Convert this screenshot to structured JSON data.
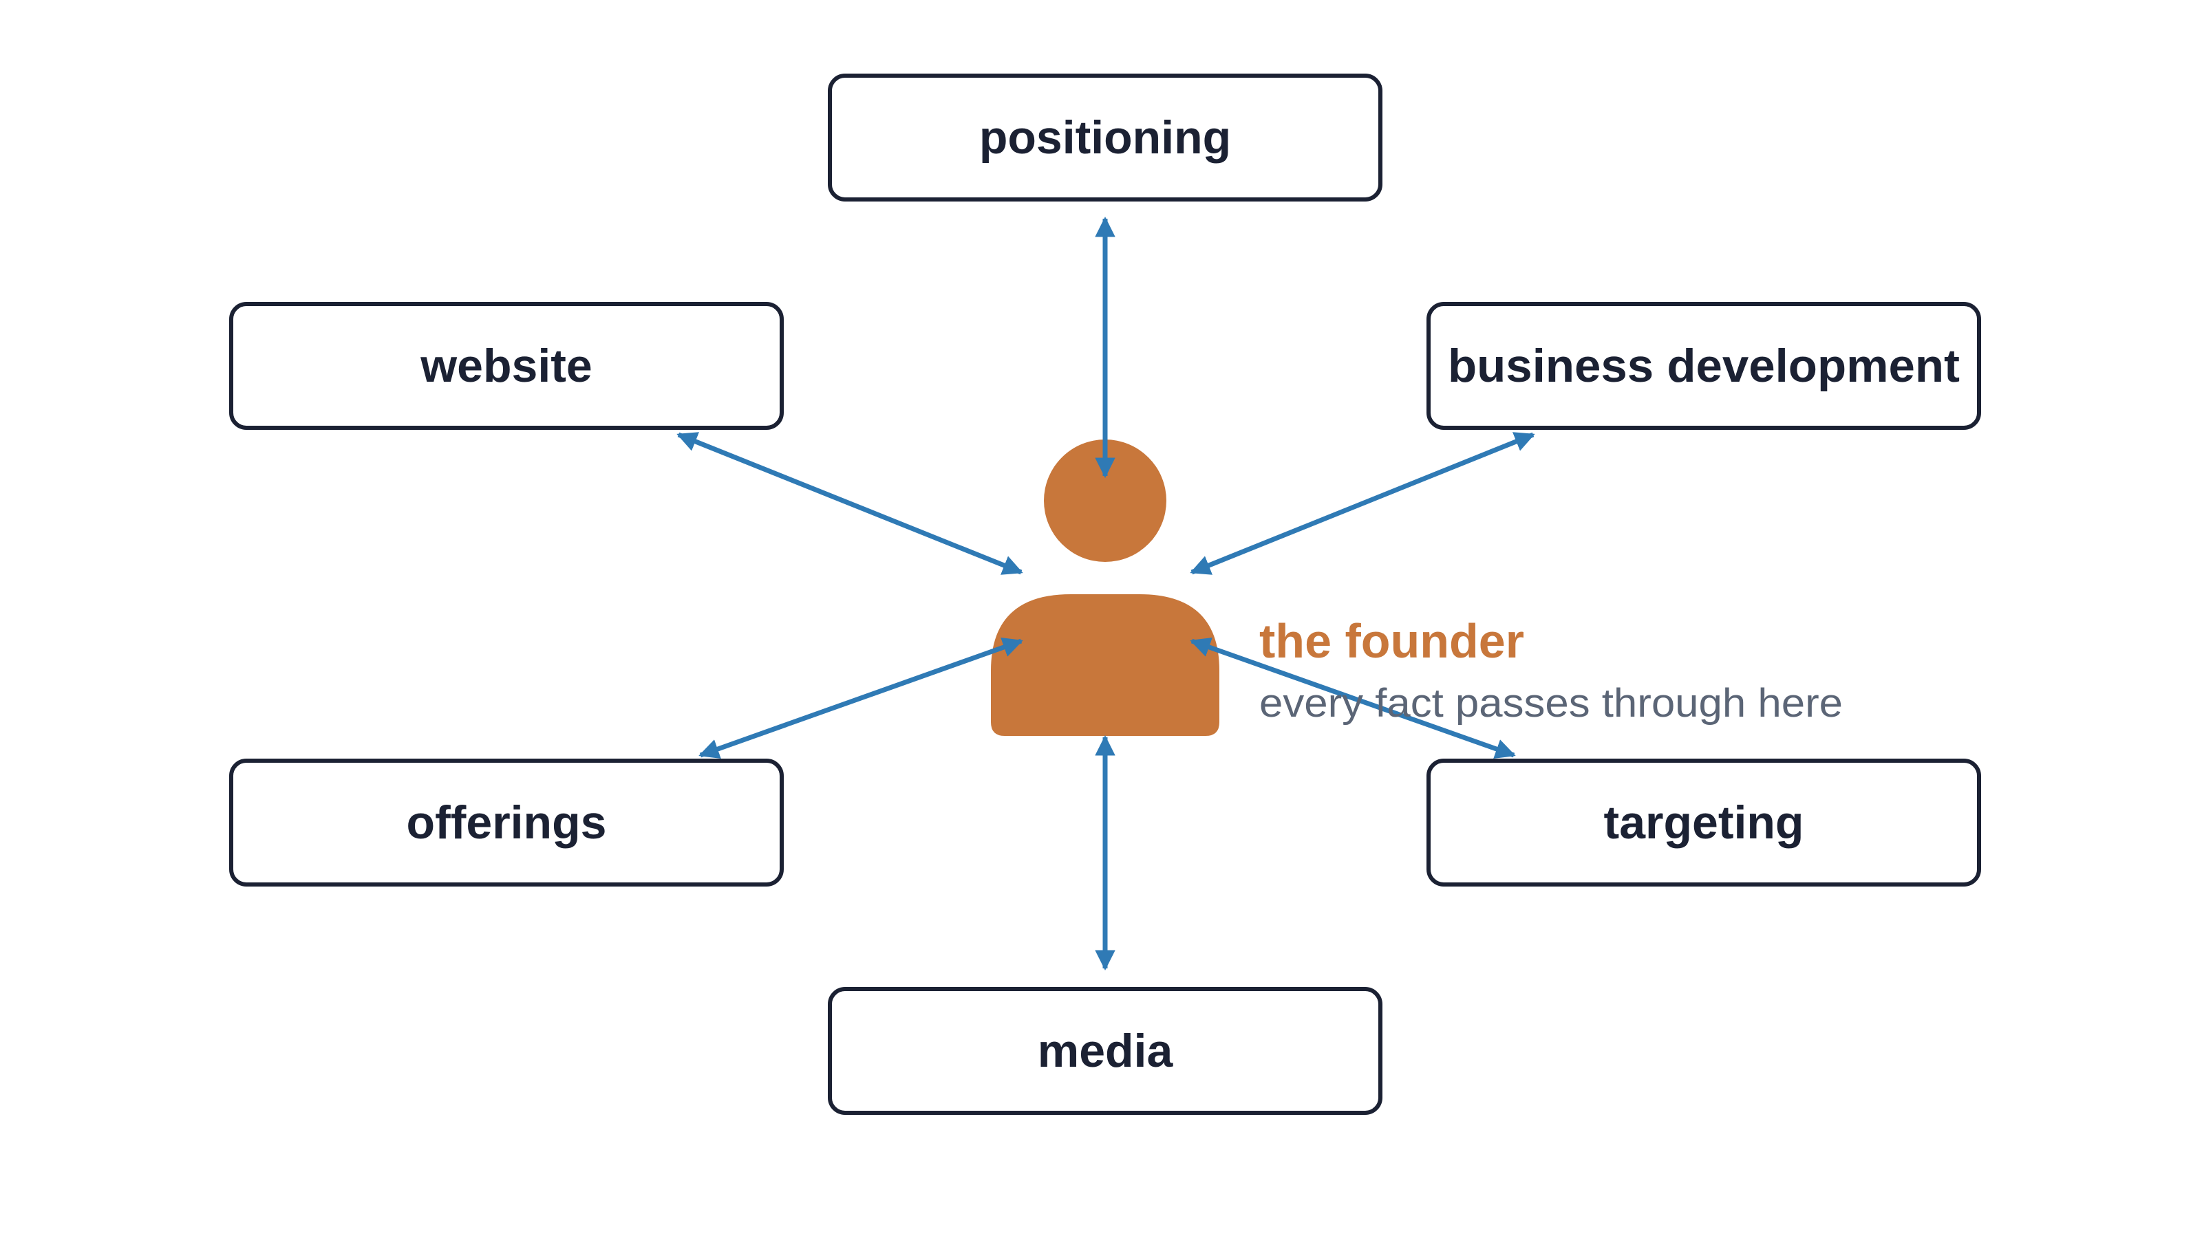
{
  "diagram": {
    "center": {
      "icon": "person-icon",
      "title": "the founder",
      "subtitle": "every fact passes through here"
    },
    "nodes": [
      {
        "id": "positioning",
        "label": "positioning"
      },
      {
        "id": "website",
        "label": "website"
      },
      {
        "id": "business-development",
        "label": "business development"
      },
      {
        "id": "offerings",
        "label": "offerings"
      },
      {
        "id": "targeting",
        "label": "targeting"
      },
      {
        "id": "media",
        "label": "media"
      }
    ],
    "edges": [
      {
        "from": "the founder",
        "to": "positioning",
        "direction": "both"
      },
      {
        "from": "the founder",
        "to": "website",
        "direction": "both"
      },
      {
        "from": "the founder",
        "to": "business development",
        "direction": "both"
      },
      {
        "from": "the founder",
        "to": "offerings",
        "direction": "both"
      },
      {
        "from": "the founder",
        "to": "targeting",
        "direction": "both"
      },
      {
        "from": "the founder",
        "to": "media",
        "direction": "both"
      }
    ],
    "colors": {
      "founder": "#c8773b",
      "arrows": "#2f7ab5",
      "box_border": "#1b2133",
      "box_text": "#1b2133",
      "subtitle": "#5b6576"
    }
  }
}
